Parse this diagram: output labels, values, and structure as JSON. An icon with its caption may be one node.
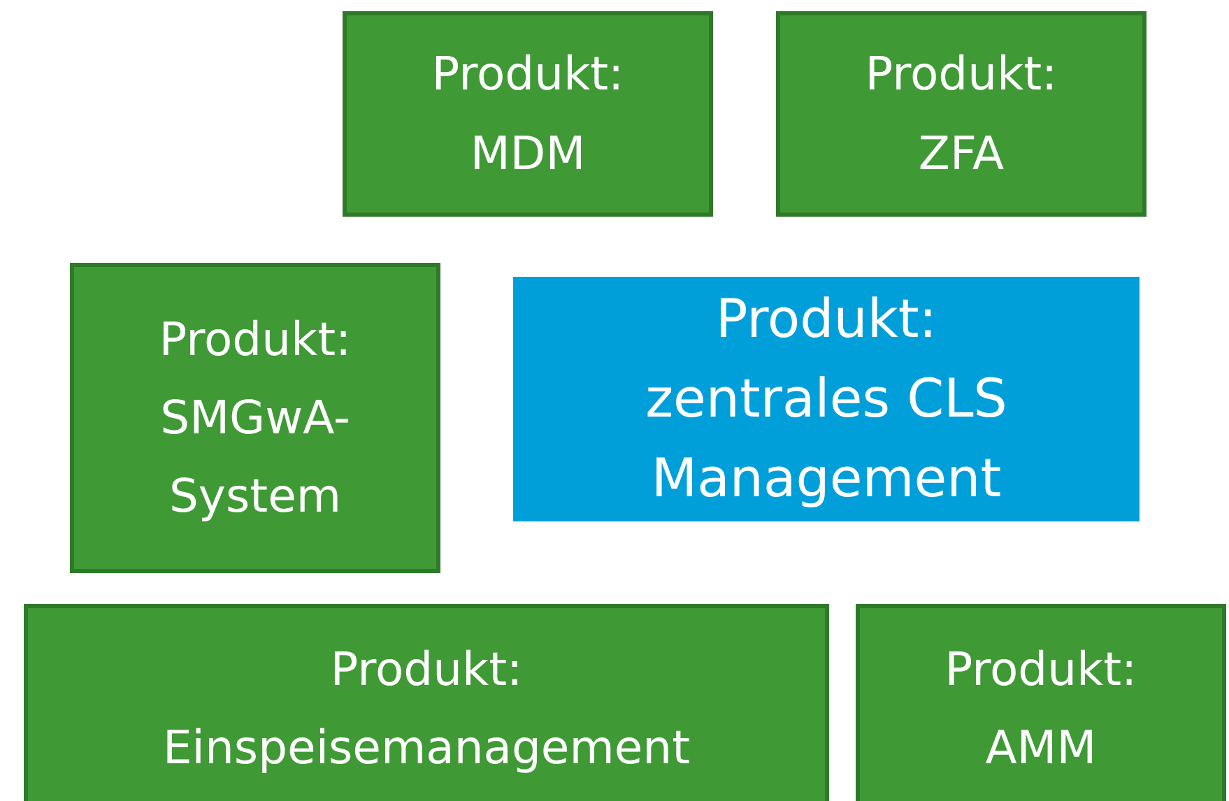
{
  "diagram": {
    "nodes": [
      {
        "text": [
          "Produkt: MDM"
        ]
      },
      {
        "text": [
          "Produkt: ZFA"
        ]
      },
      {
        "text": [
          "Produkt: SMGwA-System"
        ]
      },
      {
        "text": [
          "Produkt: zentrales CLS Management"
        ]
      },
      {
        "text": [
          "Produkt: Einspeisemanagement"
        ]
      },
      {
        "text": [
          "Produkt: AMM"
        ]
      }
    ]
  }
}
